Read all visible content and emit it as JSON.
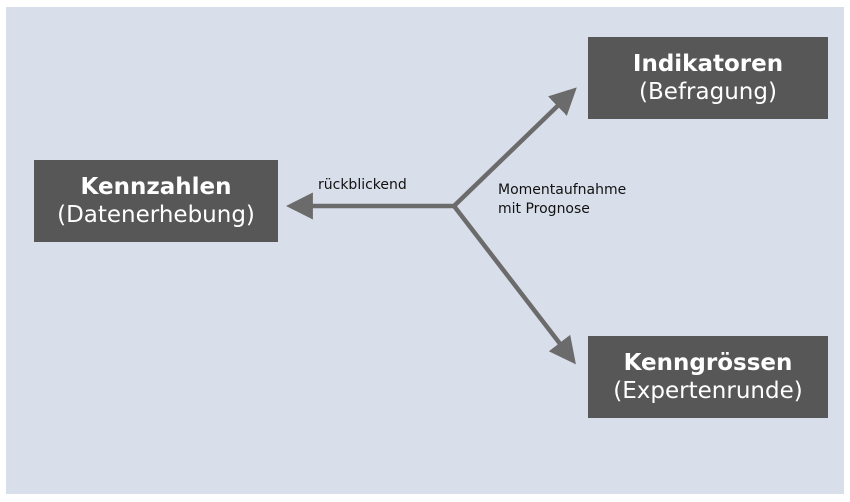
{
  "colors": {
    "background": "#d9dfea",
    "box": "#575757",
    "box_text": "#ffffff",
    "arrow": "#6b6b6b",
    "label_text": "#111111"
  },
  "boxes": {
    "kennzahlen": {
      "title": "Kennzahlen",
      "subtitle": "(Datenerhebung)"
    },
    "indikatoren": {
      "title": "Indikatoren",
      "subtitle": "(Befragung)"
    },
    "kenngroessen": {
      "title": "Kenngrössen",
      "subtitle": "(Expertenrunde)"
    }
  },
  "labels": {
    "rueckblickend": "rückblickend",
    "moment_line1": "Momentaufnahme",
    "moment_line2": "mit Prognose"
  }
}
